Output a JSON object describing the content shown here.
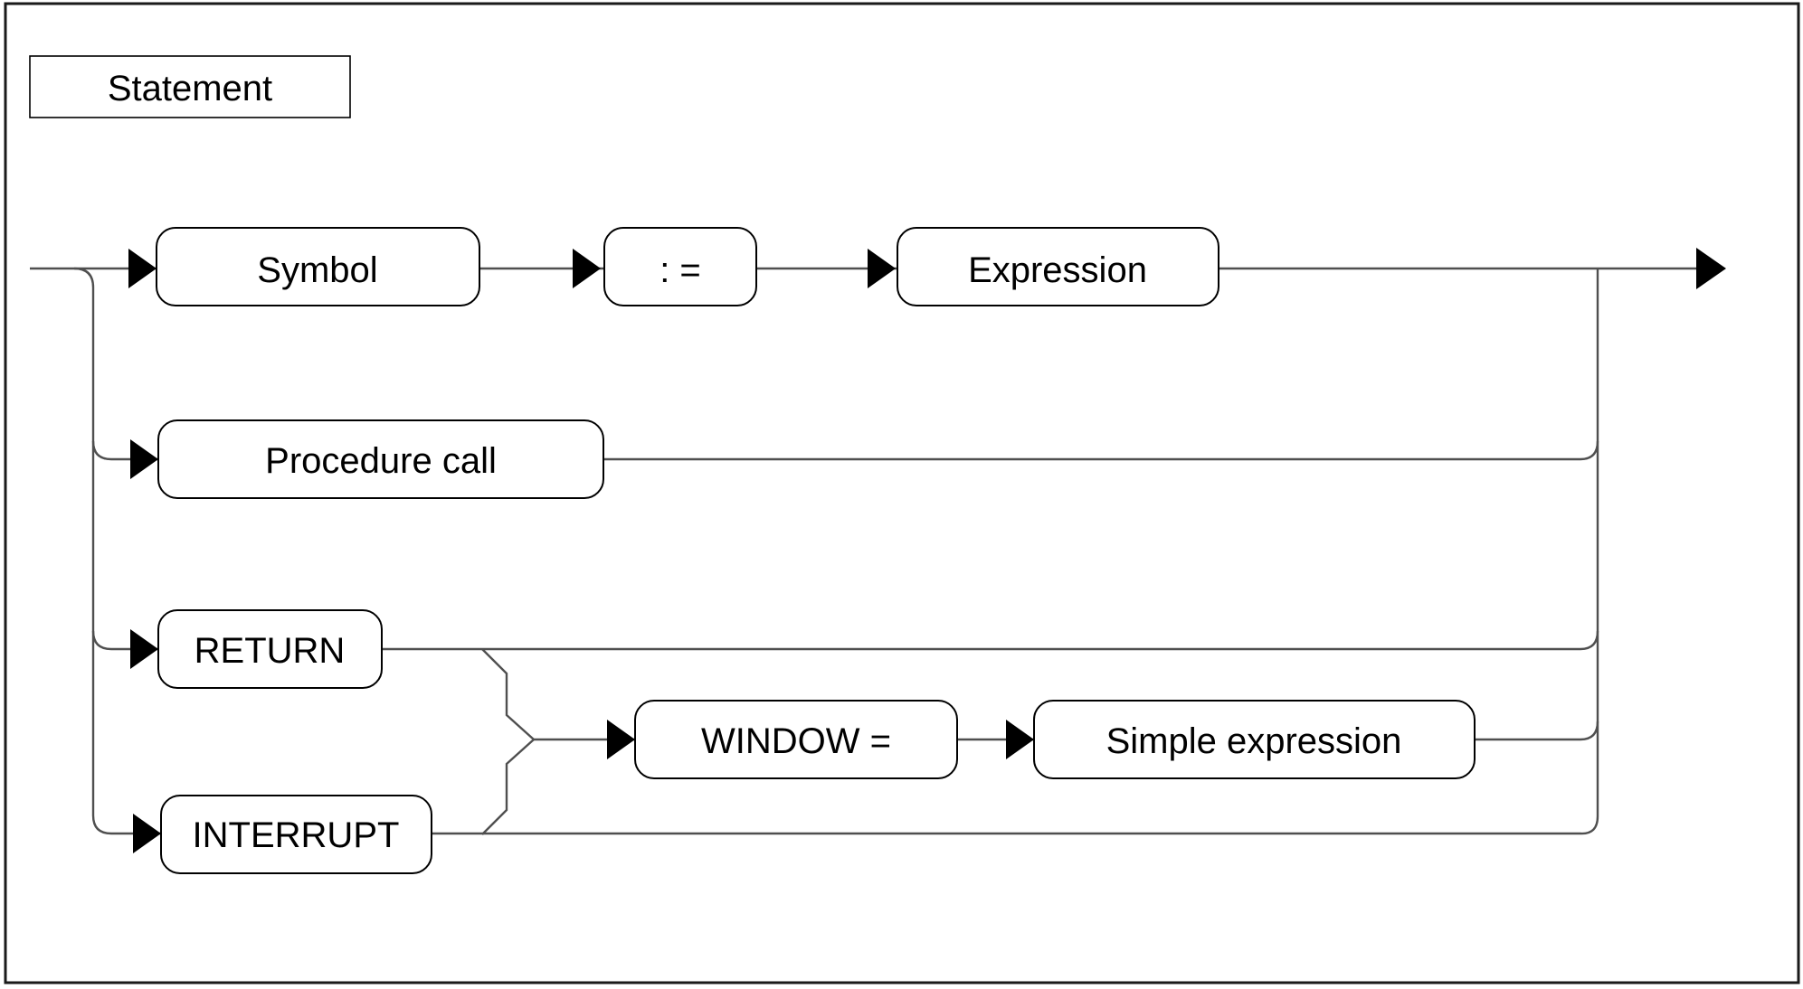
{
  "diagram": {
    "title_label": "Statement",
    "nodes": {
      "symbol": "Symbol",
      "assign": ": =",
      "expression": "Expression",
      "procedure_call": "Procedure call",
      "return_kw": "RETURN",
      "window_assign": "WINDOW =",
      "simple_expression": "Simple expression",
      "interrupt_kw": "INTERRUPT"
    },
    "colors": {
      "background": "#ffffff",
      "line": "#4f4f4f",
      "box_border": "#000000",
      "box_fill": "#ffffff",
      "arrow": "#000000",
      "outer_border": "#1a1a1a",
      "text": "#000000"
    }
  }
}
